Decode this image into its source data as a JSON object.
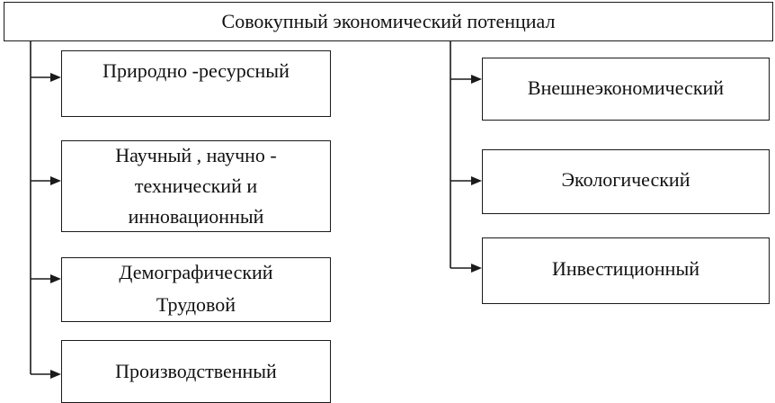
{
  "diagram": {
    "root": {
      "label": "Совокупный экономический потенциал"
    },
    "left_branch": [
      {
        "lines": [
          "Природно  -ресурсный"
        ]
      },
      {
        "lines": [
          "Научный , научно -",
          "технический и",
          "инновационный"
        ]
      },
      {
        "lines": [
          "Демографический",
          "Трудовой"
        ]
      },
      {
        "lines": [
          "Производственный"
        ]
      }
    ],
    "right_branch": [
      {
        "lines": [
          "Внешнеэкономический"
        ]
      },
      {
        "lines": [
          "Экологический"
        ]
      },
      {
        "lines": [
          "Инвестиционный"
        ]
      }
    ]
  }
}
